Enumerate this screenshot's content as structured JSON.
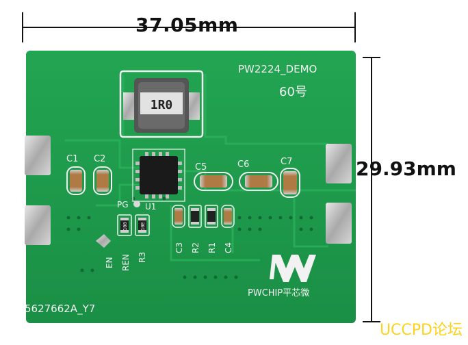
{
  "dimensions": {
    "width_label": "37.05mm",
    "height_label": "29.93mm"
  },
  "board": {
    "title": "PW2224_DEMO",
    "number_label": "60号",
    "serial": "5627662A_Y7",
    "brand": "PWCHIP平芯微",
    "inductor_marking": "1R0",
    "resistor_marking_1": "100",
    "resistor_marking_2": "10E"
  },
  "silkscreen": {
    "c1": "C1",
    "c2": "C2",
    "c3": "C3",
    "c4": "C4",
    "c5": "C5",
    "c6": "C6",
    "c7": "C7",
    "r1": "R1",
    "r2": "R2",
    "r3": "R3",
    "u1": "U1",
    "pg": "PG",
    "ren": "REN",
    "en": "EN"
  },
  "watermark": "UCCPD论坛",
  "colors": {
    "pcb_green": "#1f9a4c",
    "pcb_dark": "#15793a",
    "silkscreen": "#f2f2f2",
    "pad_tin": "#c8c8c8",
    "watermark": "#ffd21e"
  }
}
